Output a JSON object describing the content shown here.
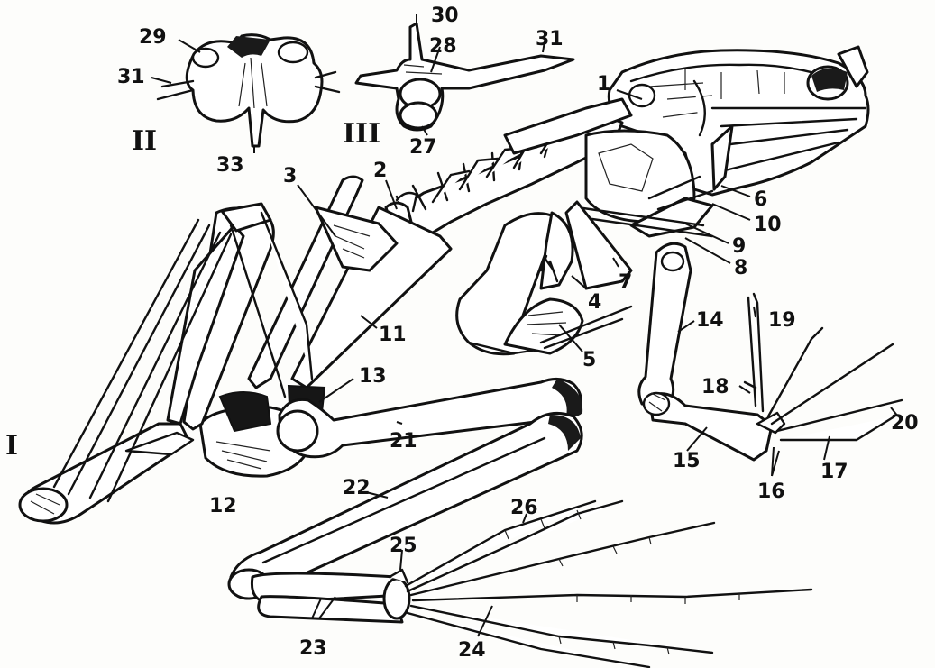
{
  "figure": {
    "panel_labels": {
      "I": "I",
      "II": "II",
      "III": "III"
    },
    "numbers": {
      "n1": "1",
      "n2": "2",
      "n3": "3",
      "n4": "4",
      "n5": "5",
      "n6": "6",
      "n7": "7",
      "n8": "8",
      "n9": "9",
      "n10": "10",
      "n11": "11",
      "n12": "12",
      "n13": "13",
      "n14": "14",
      "n15": "15",
      "n16": "16",
      "n17": "17",
      "n18": "18",
      "n19": "19",
      "n20": "20",
      "n21": "21",
      "n22": "22",
      "n23": "23",
      "n24": "24",
      "n25": "25",
      "n26": "26",
      "n27": "27",
      "n28": "28",
      "n29": "29",
      "n30": "30",
      "n31a": "31",
      "n31b": "31",
      "n33": "33"
    }
  }
}
